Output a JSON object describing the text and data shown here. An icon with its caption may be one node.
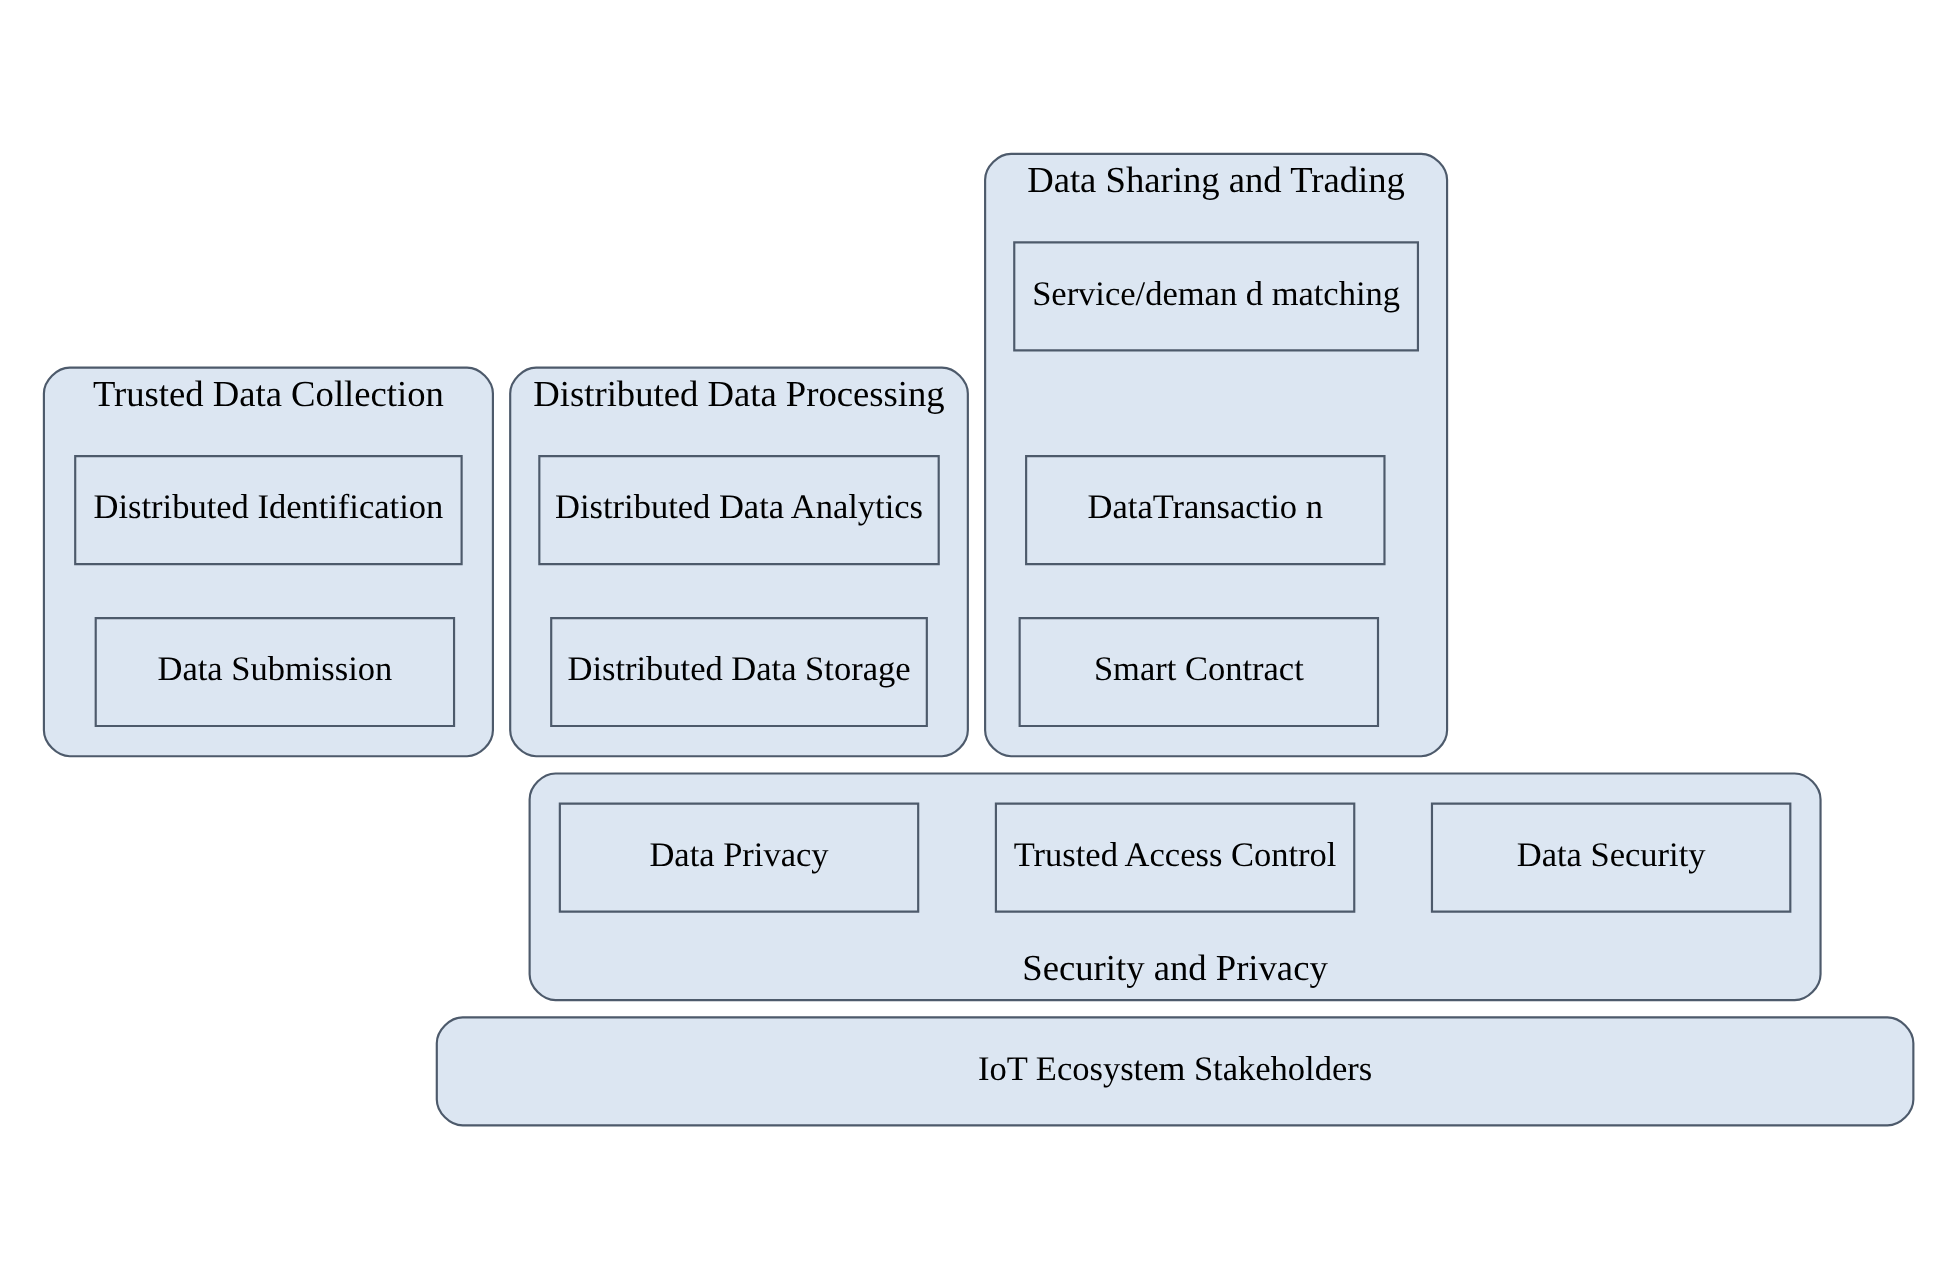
{
  "diagram": {
    "nodes": [
      {
        "text": [
          "Trusted Data Collection"
        ]
      },
      {
        "text": [
          "Distributed Identification"
        ],
        "in": 0
      },
      {
        "text": [
          "Data Submission"
        ],
        "in": 0
      },
      {
        "text": [
          "Distributed Data Processing"
        ]
      },
      {
        "text": [
          "Distributed Data Analytics"
        ],
        "in": 3
      },
      {
        "text": [
          "Distributed Data Storage"
        ],
        "in": 3
      },
      {
        "text": [
          "Data Sharing and Trading"
        ]
      },
      {
        "text": [
          "Service/deman d matching"
        ],
        "in": 6
      },
      {
        "text": [
          "DataTransactio n"
        ],
        "in": 6
      },
      {
        "text": [
          "Smart Contract"
        ],
        "in": 6
      },
      {
        "text": [
          "Security and Privacy"
        ]
      },
      {
        "text": [
          "Data Security"
        ],
        "in": 10
      },
      {
        "text": [
          "Data Privacy"
        ],
        "in": 10
      },
      {
        "text": [
          "Trusted Access Control"
        ],
        "in": 10
      },
      {
        "text": [
          "IoT Ecosystem Stakeholders"
        ]
      }
    ],
    "edges": []
  }
}
